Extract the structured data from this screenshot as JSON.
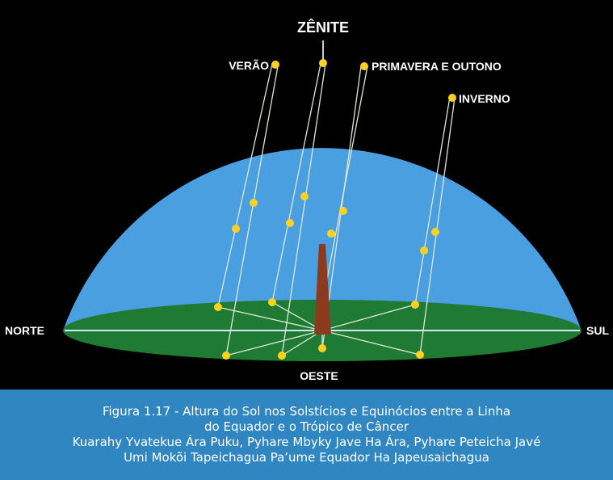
{
  "diagram": {
    "labels": {
      "zenith": "ZÊNITE",
      "summer": "VERÃO",
      "spring_autumn": "PRIMAVERA E OUTONO",
      "winter": "INVERNO",
      "north": "NORTE",
      "south": "SUL",
      "west": "OESTE"
    },
    "colors": {
      "sky": "#4a9fe0",
      "ground": "#1f7a34",
      "gnomon": "#8b3a1e",
      "sun": "#ffd21f",
      "lines": "#dfe7d9",
      "background": "#000000"
    }
  },
  "caption": {
    "line1": "Figura 1.17 - Altura do Sol nos Solstícios e Equinócios entre a Linha",
    "line2": "do Equador e o Trópico de Câncer",
    "line3": "Kuarahy Yvatekue Ára Puku, Pyhare Mbyky Jave Ha Ára, Pyhare Peteicha Javé",
    "line4": "Umi Mokõi Tapeichagua Pa’ume Equador Ha Japeusaichagua"
  }
}
